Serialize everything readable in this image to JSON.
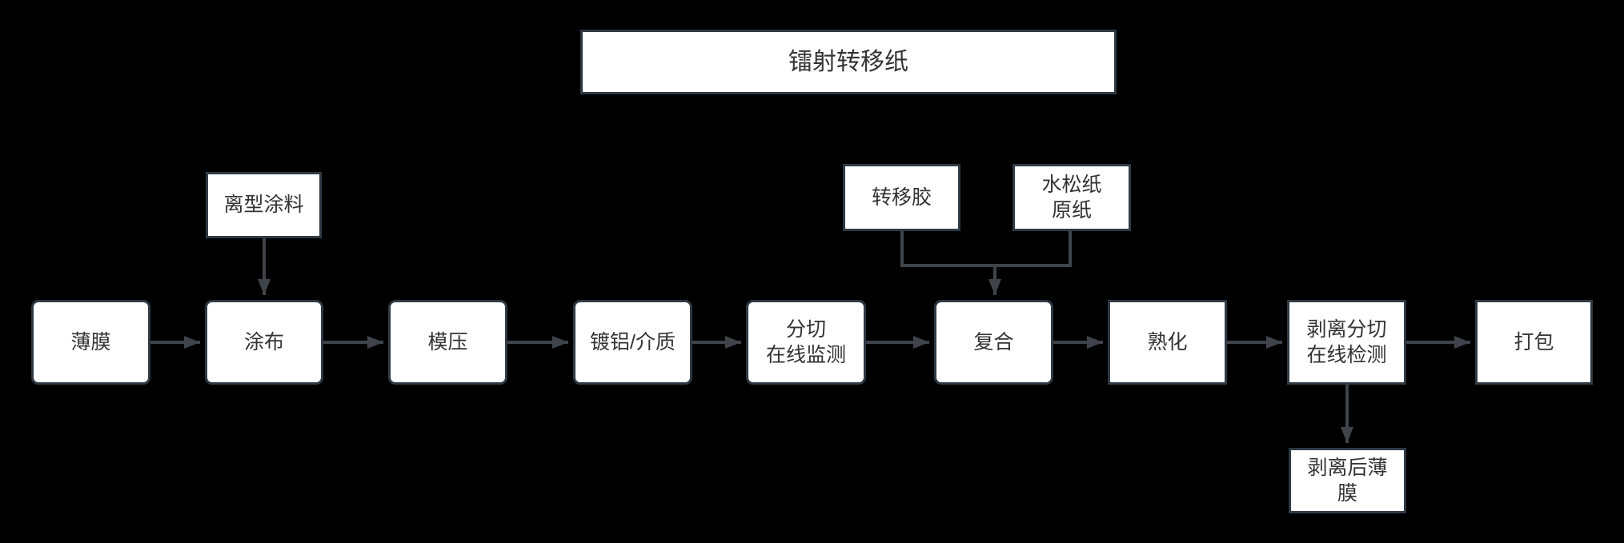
{
  "diagram": {
    "type": "flowchart",
    "theme": "white boxes on black background",
    "title_node": {
      "label": "镭射转移纸"
    },
    "input_nodes": {
      "release_coating": {
        "label": "离型涂料"
      },
      "transfer_glue": {
        "label": "转移胶"
      },
      "tipping_base_paper": {
        "label": "水松纸\n原纸"
      }
    },
    "main_flow": [
      {
        "label": "薄膜"
      },
      {
        "label": "涂布"
      },
      {
        "label": "模压"
      },
      {
        "label": "镀铝/介质"
      },
      {
        "label": "分切\n在线监测"
      },
      {
        "label": "复合"
      },
      {
        "label": "熟化"
      },
      {
        "label": "剥离分切\n在线检测"
      },
      {
        "label": "打包"
      }
    ],
    "output_nodes": {
      "peeled_film": {
        "label": "剥离后薄\n膜"
      }
    },
    "edges": [
      "薄膜 → 涂布",
      "涂布 → 模压",
      "模压 → 镀铝/介质",
      "镀铝/介质 → 分切在线监测",
      "分切在线监测 → 复合",
      "复合 → 熟化",
      "熟化 → 剥离分切在线检测",
      "剥离分切在线检测 → 打包",
      "离型涂料 → 涂布",
      "转移胶 → 复合",
      "水松纸原纸 → 复合",
      "剥离分切在线检测 → 剥离后薄膜"
    ]
  },
  "colors": {
    "background": "#000000",
    "box_fill": "#ffffff",
    "box_border": "#2f3a44",
    "connector": "#3f444a",
    "text": "#333333"
  }
}
